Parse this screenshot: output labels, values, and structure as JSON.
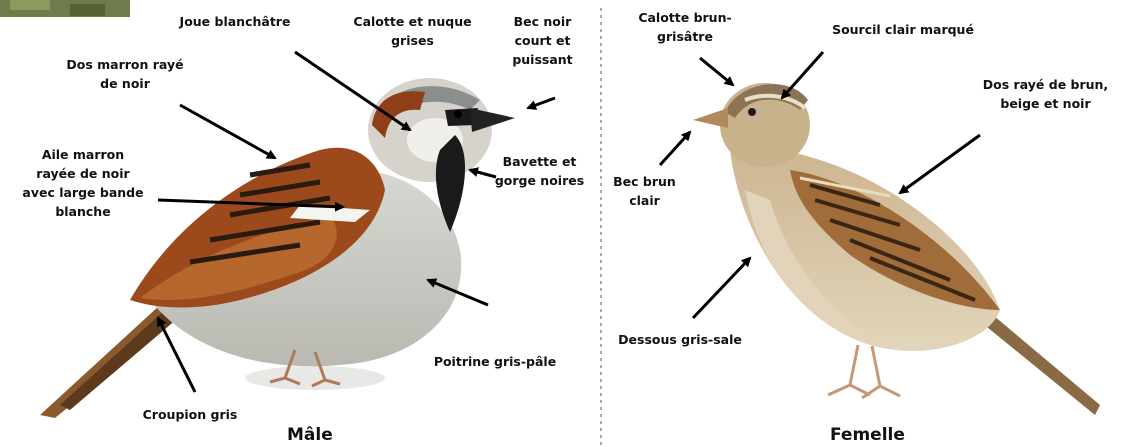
{
  "labels": {
    "joue": "Joue blanchâtre",
    "calotte_nuque": "Calotte et nuque\ngrises",
    "bec_noir": "Bec noir\ncourt et\npuissant",
    "dos_male": "Dos marron rayé\nde noir",
    "aile": "Aile marron\nrayée de noir\navec large bande\nblanche",
    "bavette": "Bavette et\ngorge noires",
    "poitrine": "Poitrine gris-pâle",
    "croupion": "Croupion gris",
    "calotte_brun": "Calotte brun-\ngrisâtre",
    "sourcil": "Sourcil clair marqué",
    "dos_femelle": "Dos rayé de brun,\nbeige et noir",
    "bec_brun": "Bec brun\nclair",
    "dessous": "Dessous gris-sale"
  },
  "titles": {
    "male": "Mâle",
    "female": "Femelle"
  },
  "colors": {
    "arrow": "#000000",
    "divider": "#8a8a8a",
    "male_back": "#9c4a1c",
    "male_grey": "#c9c9c4",
    "male_black": "#1a1a1a",
    "female_body": "#c9b08a",
    "female_belly": "#ddcfb4",
    "female_wing": "#8a5a2e"
  },
  "icons": {
    "corner": "photo-thumbnail-icon"
  }
}
